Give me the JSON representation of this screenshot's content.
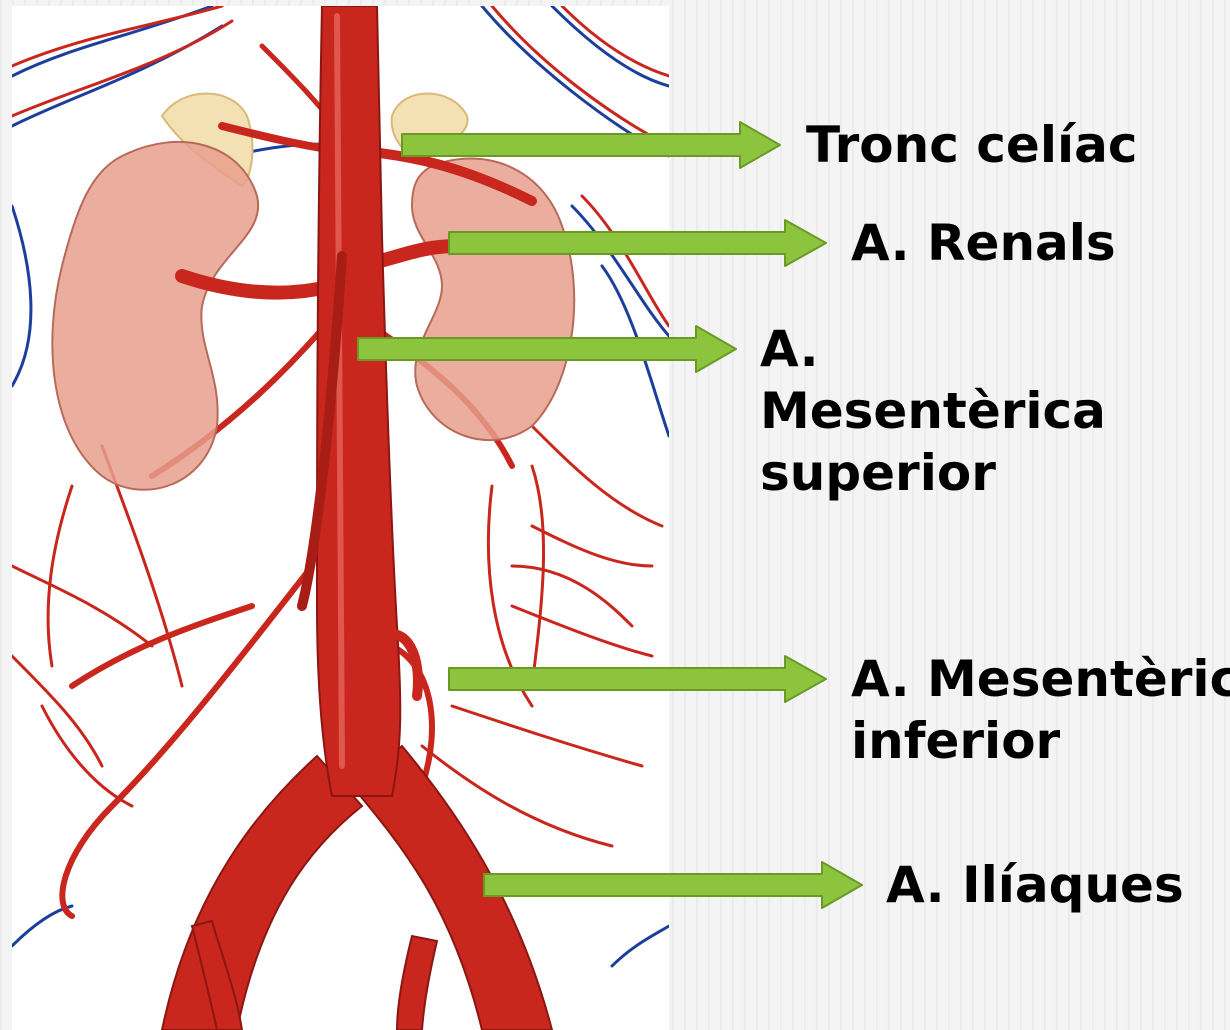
{
  "colors": {
    "artery": "#c9261d",
    "artery_dark": "#8a1712",
    "vein": "#1d3f9c",
    "kidney": "#e79f8c",
    "adrenal": "#f3e0b3",
    "arrow": "#8dc43e",
    "arrow_outline": "#6a9a24"
  },
  "labels": {
    "tronc_celiac": [
      "Tronc celíac"
    ],
    "renals": [
      "A. Renals"
    ],
    "mesenterica_superior": [
      "A.",
      "Mesentèrica",
      "superior"
    ],
    "mesenterica_inferior": [
      "A. Mesentèrica",
      "inferior"
    ],
    "iliaques": [
      "A. Ilíaques"
    ]
  }
}
